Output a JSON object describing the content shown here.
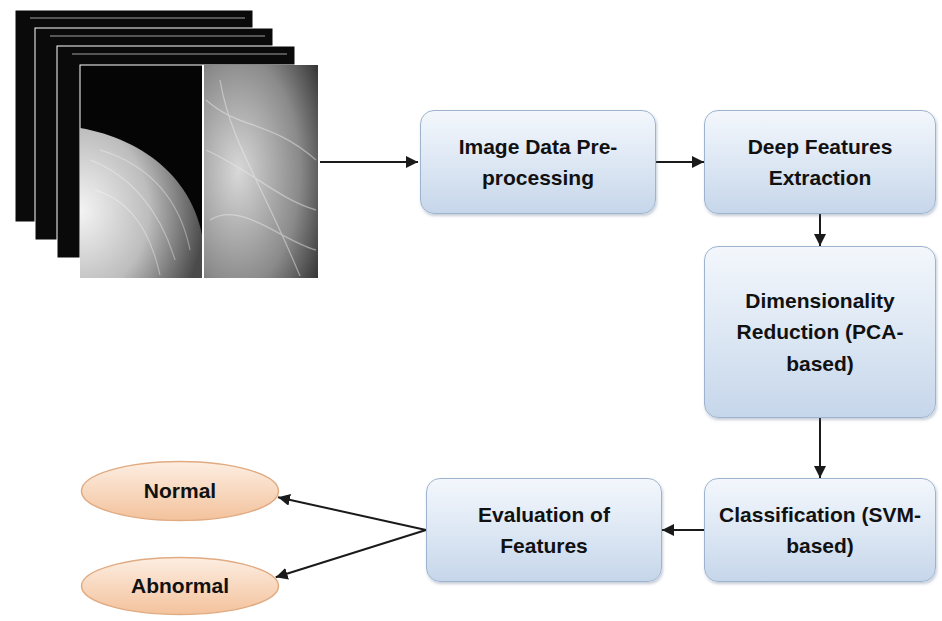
{
  "diagram": {
    "nodes": [
      {
        "text": [
          "Image Data Pre-processing"
        ]
      },
      {
        "text": [
          "Deep Features Extraction"
        ]
      },
      {
        "text": [
          "Dimensionality Reduction (PCA-based)"
        ]
      },
      {
        "text": [
          "Classification (SVM-based)"
        ]
      },
      {
        "text": [
          "Evaluation of Features"
        ]
      },
      {
        "text": [
          "Normal"
        ]
      },
      {
        "text": [
          "Abnormal"
        ]
      }
    ],
    "edges": [
      {
        "from": 0,
        "to": 1,
        "arrow": "to"
      },
      {
        "from": 1,
        "to": 2,
        "arrow": "to"
      },
      {
        "from": 2,
        "to": 3,
        "arrow": "to"
      },
      {
        "from": 3,
        "to": 4,
        "arrow": "to"
      },
      {
        "from": 4,
        "to": 5,
        "arrow": "to"
      },
      {
        "from": 4,
        "to": 6,
        "arrow": "to"
      }
    ]
  }
}
